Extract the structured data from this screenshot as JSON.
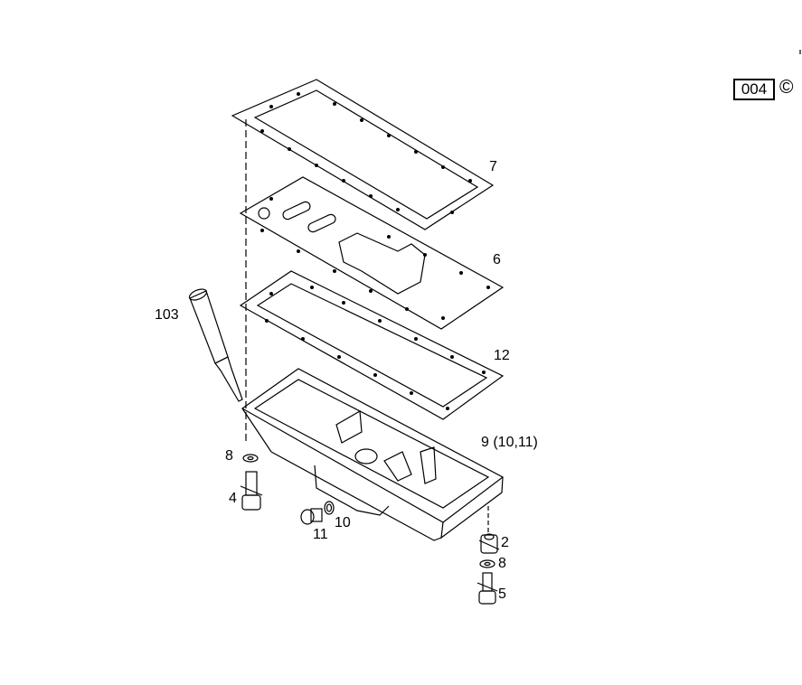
{
  "diagram": {
    "page_code": "004",
    "copyright_mark": "©",
    "callouts": {
      "gasket_top": "7",
      "gasket_middle": "6",
      "gasket_lower": "12",
      "sealant_tube": "103",
      "oil_pan": "9 (10,11)",
      "washer_left": "8",
      "bolt_left": "4",
      "drain_plug": "11",
      "seal_ring": "10",
      "spacer": "2",
      "washer_right": "8",
      "bolt_right": "5"
    }
  }
}
